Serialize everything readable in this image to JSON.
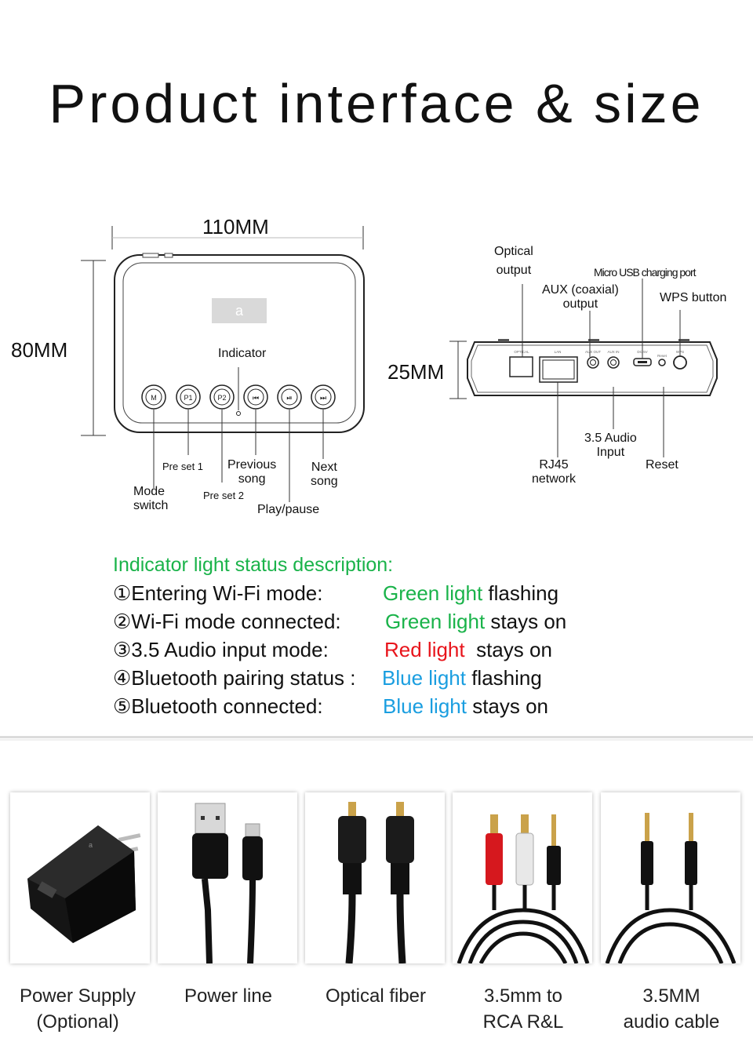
{
  "title": "Product interface & size",
  "front": {
    "width_label": "110MM",
    "height_label": "80MM",
    "indicator_label": "Indicator",
    "buttons": [
      "M",
      "P1",
      "P2",
      "⏮",
      "⏯",
      "⏭"
    ],
    "callouts": {
      "mode": [
        "Mode",
        "switch"
      ],
      "preset1": "Pre set 1",
      "preset2": "Pre set 2",
      "previous": [
        "Previous",
        "song"
      ],
      "playpause": "Play/pause",
      "next": [
        "Next",
        "song"
      ]
    }
  },
  "side": {
    "height_label": "25MM",
    "ports": [
      "OPTICAL",
      "LAN",
      "AUX OUT",
      "AUX IN",
      "DC 5V",
      "Reset",
      "WPS"
    ],
    "callouts": {
      "optical": [
        "Optical",
        "output"
      ],
      "aux": [
        "AUX (coaxial)",
        "output"
      ],
      "usb": "Micro USB charging port",
      "wps": "WPS button",
      "audio_in": [
        "3.5 Audio",
        "Input"
      ],
      "rj45": [
        "RJ45",
        "network"
      ],
      "reset": "Reset"
    }
  },
  "status": {
    "title": "Indicator light status description:",
    "rows": [
      {
        "label": "①Entering Wi-Fi mode:",
        "light": "Green light",
        "state": " flashing",
        "color": "#1ab34a"
      },
      {
        "label": "②Wi-Fi mode connected:",
        "light": "Green light",
        "state": " stays on",
        "color": "#1ab34a"
      },
      {
        "label": "③3.5 Audio input mode:",
        "light": "Red light",
        "state": "  stays on",
        "color": "#e8141b"
      },
      {
        "label": "④Bluetooth pairing status :",
        "light": "Blue light",
        "state": " flashing",
        "color": "#1a9ee0"
      },
      {
        "label": "⑤Bluetooth connected:",
        "light": "Blue light",
        "state": " stays on",
        "color": "#1a9ee0"
      }
    ]
  },
  "accessories": [
    {
      "caption": [
        "Power Supply",
        "(Optional)"
      ],
      "icon": "power-adapter"
    },
    {
      "caption": [
        "Power line"
      ],
      "icon": "usb-cable"
    },
    {
      "caption": [
        "Optical fiber"
      ],
      "icon": "optical-cable"
    },
    {
      "caption": [
        "3.5mm to",
        "RCA R&L"
      ],
      "icon": "rca-cable"
    },
    {
      "caption": [
        "3.5MM",
        "audio cable"
      ],
      "icon": "aux-cable"
    }
  ]
}
